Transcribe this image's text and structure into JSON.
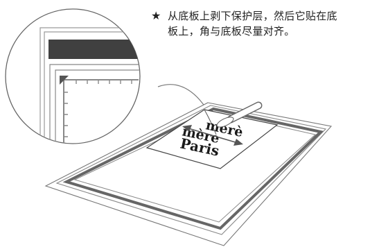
{
  "instruction": {
    "star_icon": "★",
    "line1": "从底板上剥下保护层，然后它贴在底",
    "line2": "板上，角与底板尽量对齐。"
  },
  "sheet_text": {
    "line1": "mérè",
    "line2": "mère",
    "line3": "Paris"
  },
  "colors": {
    "mat_band": "#404040",
    "outline": "#555555",
    "dark_gray": "#777777"
  }
}
